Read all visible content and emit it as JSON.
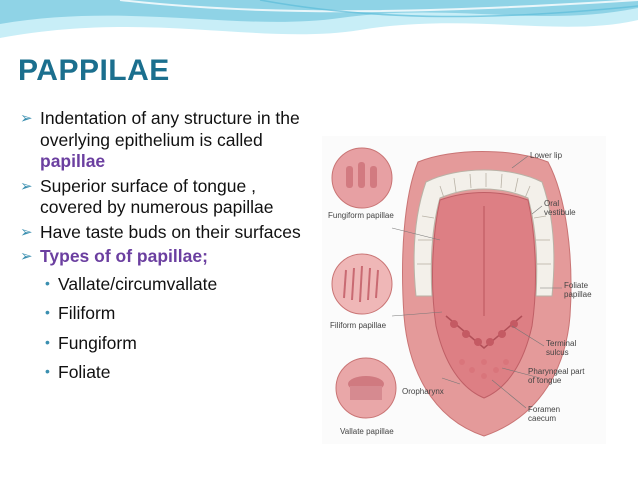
{
  "slide": {
    "title": "PAPPILAE",
    "colors": {
      "title": "#1b6f8e",
      "accent": "#6b3fa0",
      "bullet": "#3a8fb0",
      "wave": "#8fd3e6"
    },
    "bullets": [
      {
        "text": "Indentation of any structure in the overlying epithelium is called ",
        "highlight": "papillae"
      },
      {
        "text": "Superior surface of tongue , covered by numerous papillae"
      },
      {
        "text": "Have taste buds on their surfaces"
      },
      {
        "text": "Types of of papillae;"
      }
    ],
    "types": [
      "Vallate/circumvallate",
      "Filiform",
      "Fungiform",
      "Foliate"
    ]
  },
  "figure": {
    "labels": {
      "lower_lip": "Lower lip",
      "fungiform": "Fungiform papillae",
      "oral_vestibule_1": "Oral",
      "oral_vestibule_2": "vestibule",
      "foliate_1": "Foliate",
      "foliate_2": "papillae",
      "filiform": "Filiform papillae",
      "terminal_1": "Terminal",
      "terminal_2": "sulcus",
      "pharyngeal_1": "Pharyngeal part",
      "pharyngeal_2": "of tongue",
      "oropharynx": "Oropharynx",
      "foramen_1": "Foramen",
      "foramen_2": "caecum",
      "vallate": "Vallate papillae"
    }
  }
}
